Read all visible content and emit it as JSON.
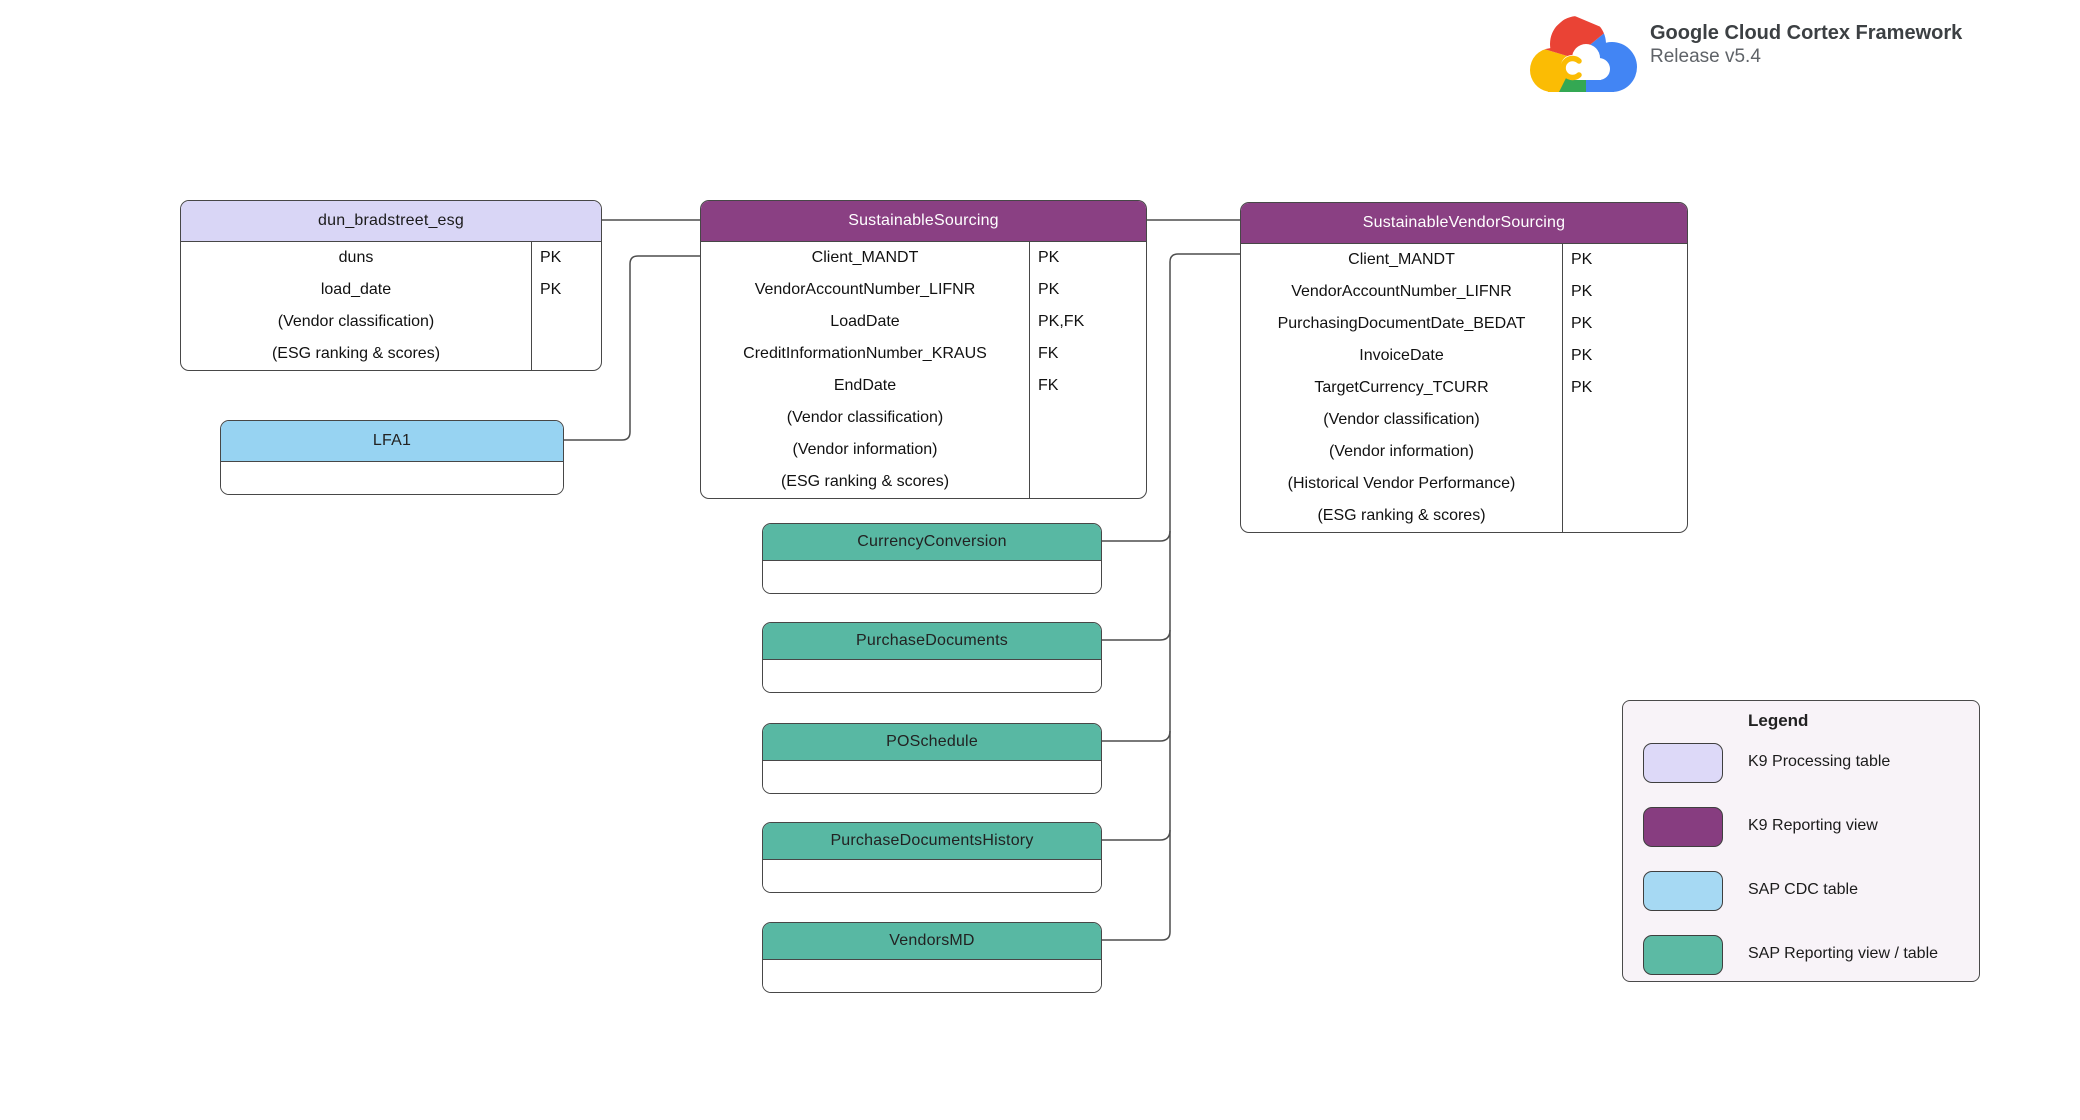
{
  "branding": {
    "logo_icon": "google-cloud-logo",
    "title": "Google Cloud Cortex Framework",
    "release": "Release v5.4"
  },
  "colors": {
    "k9_processing_table": "#d9d6f6",
    "k9_reporting_view": "#8a4083",
    "sap_cdc_table": "#97d3f2",
    "sap_reporting_view_table": "#58b8a3",
    "legend_background": "#f8f3f8",
    "connector_line": "#4d4d4d"
  },
  "tables": {
    "dun_bradstreet_esg": {
      "title": "dun_bradstreet_esg",
      "type": "K9 Processing table",
      "rows": [
        {
          "name": "duns",
          "key": "PK"
        },
        {
          "name": "load_date",
          "key": "PK"
        },
        {
          "name": "(Vendor classification)",
          "key": ""
        },
        {
          "name": "(ESG ranking & scores)",
          "key": ""
        }
      ]
    },
    "sustainable_sourcing": {
      "title": "SustainableSourcing",
      "type": "K9 Reporting view",
      "rows": [
        {
          "name": "Client_MANDT",
          "key": "PK"
        },
        {
          "name": "VendorAccountNumber_LIFNR",
          "key": "PK"
        },
        {
          "name": "LoadDate",
          "key": "PK,FK"
        },
        {
          "name": "CreditInformationNumber_KRAUS",
          "key": "FK"
        },
        {
          "name": "EndDate",
          "key": "FK"
        },
        {
          "name": "(Vendor classification)",
          "key": ""
        },
        {
          "name": "(Vendor information)",
          "key": ""
        },
        {
          "name": "(ESG ranking & scores)",
          "key": ""
        }
      ]
    },
    "sustainable_vendor_sourcing": {
      "title": "SustainableVendorSourcing",
      "type": "K9 Reporting view",
      "rows": [
        {
          "name": "Client_MANDT",
          "key": "PK"
        },
        {
          "name": "VendorAccountNumber_LIFNR",
          "key": "PK"
        },
        {
          "name": "PurchasingDocumentDate_BEDAT",
          "key": "PK"
        },
        {
          "name": "InvoiceDate",
          "key": "PK"
        },
        {
          "name": "TargetCurrency_TCURR",
          "key": "PK"
        },
        {
          "name": "(Vendor classification)",
          "key": ""
        },
        {
          "name": "(Vendor information)",
          "key": ""
        },
        {
          "name": "(Historical Vendor Performance)",
          "key": ""
        },
        {
          "name": "(ESG ranking & scores)",
          "key": ""
        }
      ]
    },
    "lfa1": {
      "title": "LFA1",
      "type": "SAP CDC table"
    },
    "currency_conversion": {
      "title": "CurrencyConversion",
      "type": "SAP Reporting view / table"
    },
    "purchase_documents": {
      "title": "PurchaseDocuments",
      "type": "SAP Reporting view / table"
    },
    "po_schedule": {
      "title": "POSchedule",
      "type": "SAP Reporting view / table"
    },
    "purchase_documents_history": {
      "title": "PurchaseDocumentsHistory",
      "type": "SAP Reporting view / table"
    },
    "vendors_md": {
      "title": "VendorsMD",
      "type": "SAP Reporting view / table"
    }
  },
  "connections": [
    {
      "from": "dun_bradstreet_esg",
      "to": "SustainableSourcing"
    },
    {
      "from": "LFA1",
      "to": "SustainableSourcing"
    },
    {
      "from": "SustainableSourcing",
      "to": "SustainableVendorSourcing"
    },
    {
      "from": "CurrencyConversion",
      "to": "SustainableVendorSourcing"
    },
    {
      "from": "PurchaseDocuments",
      "to": "SustainableVendorSourcing"
    },
    {
      "from": "POSchedule",
      "to": "SustainableVendorSourcing"
    },
    {
      "from": "PurchaseDocumentsHistory",
      "to": "SustainableVendorSourcing"
    },
    {
      "from": "VendorsMD",
      "to": "SustainableVendorSourcing"
    }
  ],
  "legend": {
    "title": "Legend",
    "items": [
      {
        "label": "K9 Processing table",
        "color": "#ddd9f8"
      },
      {
        "label": "K9 Reporting view",
        "color": "#873d80"
      },
      {
        "label": "SAP CDC table",
        "color": "#a6d9f3"
      },
      {
        "label": "SAP Reporting view / table",
        "color": "#5cbaa4"
      }
    ]
  }
}
